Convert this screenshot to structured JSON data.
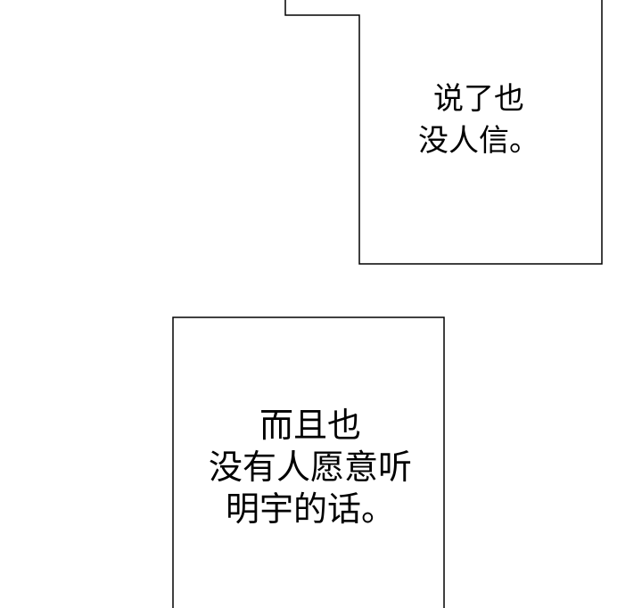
{
  "panels": [
    {
      "lines": [
        "说了也",
        "没人信。"
      ]
    },
    {
      "lines": [
        "而且也",
        "没有人愿意听",
        "明宇的话。"
      ]
    }
  ]
}
